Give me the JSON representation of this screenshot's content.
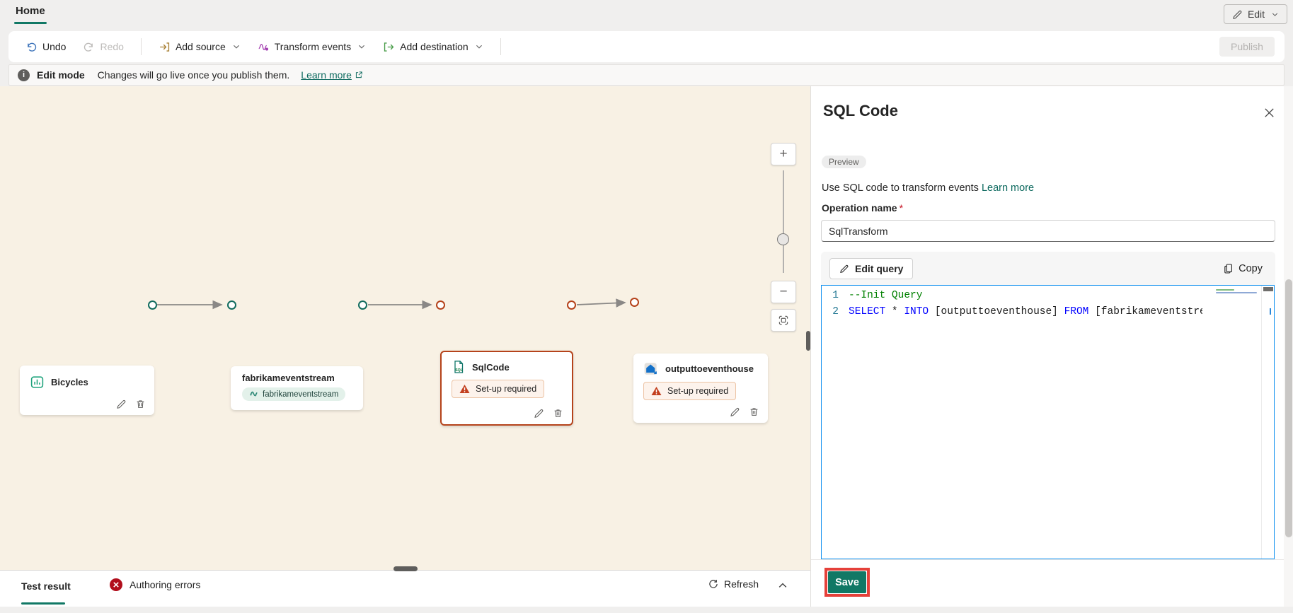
{
  "header": {
    "home_tab": "Home",
    "edit_button": "Edit"
  },
  "toolbar": {
    "undo": "Undo",
    "redo": "Redo",
    "add_source": "Add source",
    "transform_events": "Transform events",
    "add_destination": "Add destination",
    "publish": "Publish"
  },
  "banner": {
    "title": "Edit mode",
    "message": "Changes will go live once you publish them.",
    "learn_more": "Learn more"
  },
  "canvas": {
    "nodes": {
      "bicycles": {
        "label": "Bicycles"
      },
      "eventstream": {
        "label": "fabrikameventstream",
        "stream_name": "fabrikameventstream"
      },
      "sqlcode": {
        "label": "SqlCode",
        "status": "Set-up required"
      },
      "eventhouse": {
        "label": "outputtoeventhouse",
        "status": "Set-up required"
      }
    },
    "zoom_controls": {
      "zoom_in": "+",
      "zoom_out": "−"
    }
  },
  "panel": {
    "title": "SQL Code",
    "preview_badge": "Preview",
    "description": "Use SQL code to transform events",
    "learn_more": "Learn more",
    "operation_name_label": "Operation name",
    "required_asterisk": "*",
    "operation_name_value": "SqlTransform",
    "edit_query": "Edit query",
    "copy": "Copy",
    "save": "Save",
    "code": {
      "lines": [
        {
          "num": "1",
          "tokens": [
            {
              "t": "--Init Query",
              "c": "comment"
            }
          ]
        },
        {
          "num": "2",
          "tokens": [
            {
              "t": "SELECT",
              "c": "kw"
            },
            {
              "t": " * ",
              "c": "plain"
            },
            {
              "t": "INTO",
              "c": "kw"
            },
            {
              "t": " [outputtoeventhouse] ",
              "c": "plain"
            },
            {
              "t": "FROM",
              "c": "kw"
            },
            {
              "t": " [fabrikameventstream]",
              "c": "plain"
            }
          ]
        }
      ]
    }
  },
  "bottom_bar": {
    "test_result": "Test result",
    "authoring_errors": "Authoring errors",
    "refresh": "Refresh"
  },
  "colors": {
    "accent_teal": "#117865",
    "link_teal": "#0c695e",
    "selection_orange": "#b5431b",
    "error_red": "#b10e1c",
    "save_highlight_red": "#e5413a",
    "editor_focus_border": "#0f90f0",
    "canvas_background": "#f8f1e4",
    "keyword_blue": "#0000ff",
    "comment_green": "#008000"
  }
}
